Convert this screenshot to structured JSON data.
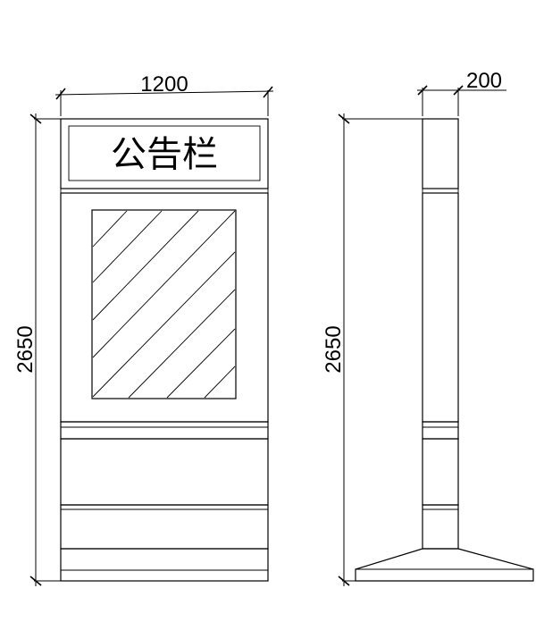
{
  "front_view": {
    "sign_text": "公告栏",
    "width_dimension": "1200",
    "height_dimension": "2650"
  },
  "side_view": {
    "depth_dimension": "200",
    "height_dimension": "2650"
  }
}
